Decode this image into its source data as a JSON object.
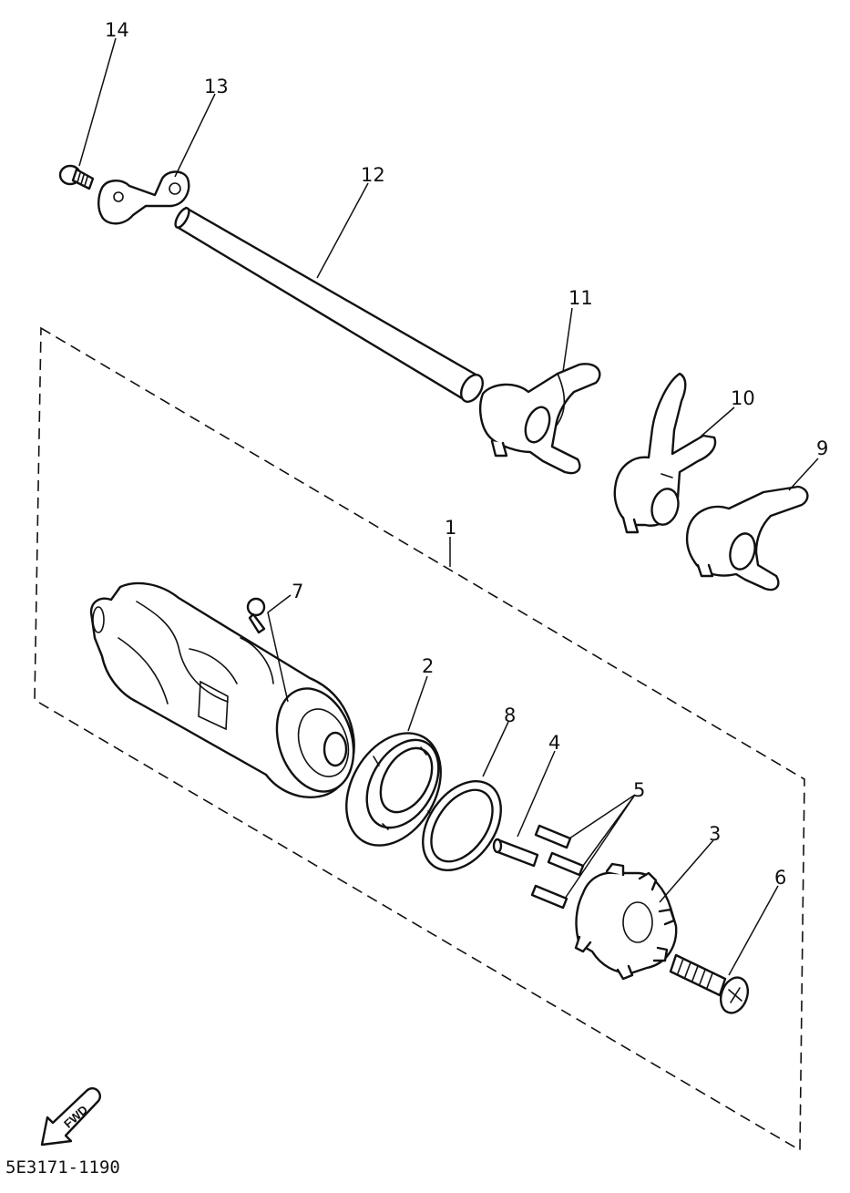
{
  "diagram": {
    "part_code": "5E3171-1190",
    "fwd_label": "FWD",
    "callouts": [
      {
        "id": "1",
        "label": "1"
      },
      {
        "id": "2",
        "label": "2"
      },
      {
        "id": "3",
        "label": "3"
      },
      {
        "id": "4",
        "label": "4"
      },
      {
        "id": "5",
        "label": "5"
      },
      {
        "id": "6",
        "label": "6"
      },
      {
        "id": "7",
        "label": "7"
      },
      {
        "id": "8",
        "label": "8"
      },
      {
        "id": "9",
        "label": "9"
      },
      {
        "id": "10",
        "label": "10"
      },
      {
        "id": "11",
        "label": "11"
      },
      {
        "id": "12",
        "label": "12"
      },
      {
        "id": "13",
        "label": "13"
      },
      {
        "id": "14",
        "label": "14"
      }
    ]
  }
}
